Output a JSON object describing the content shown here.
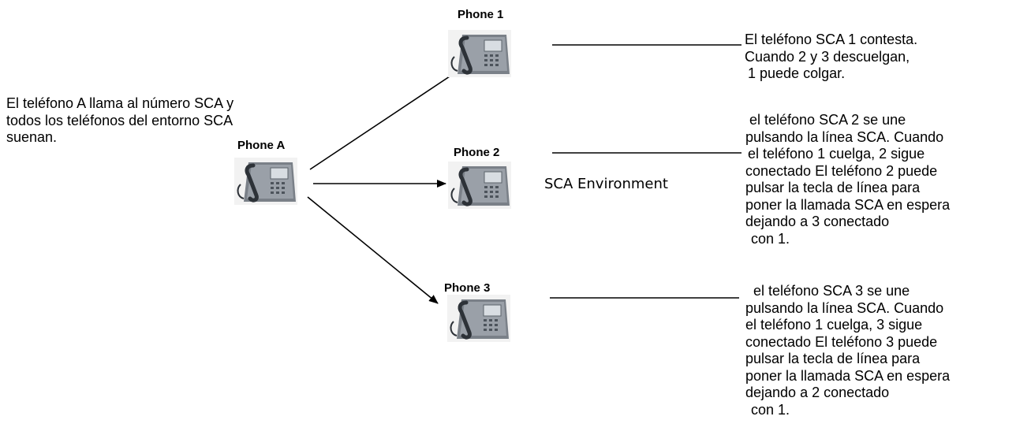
{
  "intro_text": [
    "El teléfono A llama al número SCA y",
    "todos los teléfonos del entorno SCA",
    "suenan."
  ],
  "phones": {
    "a": "Phone A",
    "p1": "Phone 1",
    "p2": "Phone 2",
    "p3": "Phone 3"
  },
  "environment_label": "SCA Environment",
  "notes": {
    "p1": [
      "El teléfono SCA 1 contesta.",
      "Cuando 2 y 3 descuelgan,",
      "1 puede colgar."
    ],
    "p2": [
      "el teléfono SCA 2 se une",
      "pulsando la línea SCA. Cuando",
      "el teléfono 1 cuelga, 2 sigue",
      "conectado El teléfono 2 puede",
      "pulsar la tecla de línea para",
      "poner la llamada SCA en espera",
      "dejando a 3 conectado",
      "con 1."
    ],
    "p3": [
      "el teléfono SCA 3 se une",
      "pulsando la línea SCA. Cuando",
      "el teléfono 1 cuelga, 3 sigue",
      "conectado El teléfono 3 puede",
      "pulsar la tecla de línea para",
      "poner la llamada SCA en espera",
      "dejando a 2 conectado",
      "con 1."
    ]
  }
}
